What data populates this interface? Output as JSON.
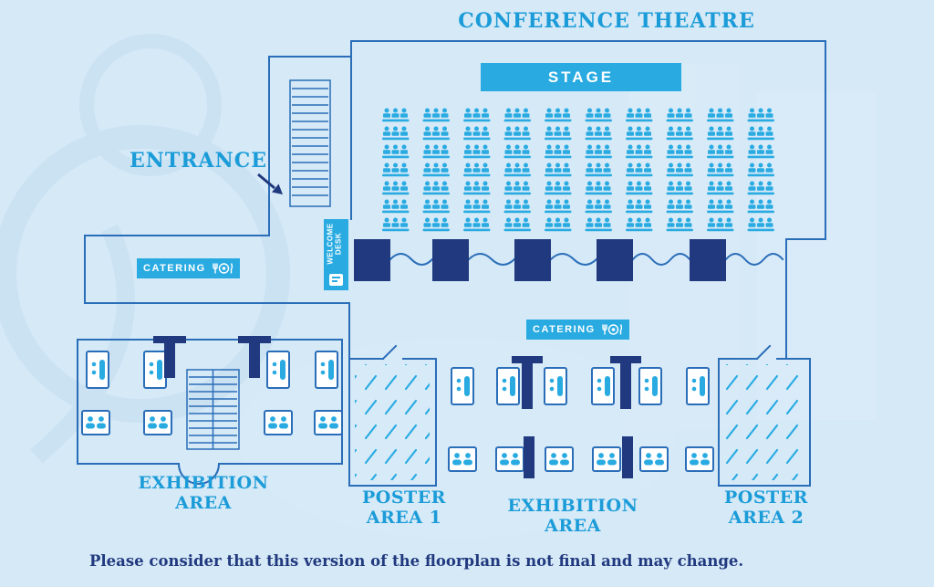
{
  "title": "CONFERENCE THEATRE",
  "stage": {
    "label": "STAGE"
  },
  "entrance": {
    "label": "ENTRANCE"
  },
  "welcome_desk": {
    "label": "WELCOME DESK"
  },
  "catering": {
    "label": "CATERING",
    "icon": "fork-and-plate-icon"
  },
  "labels": {
    "exhibition_left": "EXHIBITION AREA",
    "exhibition_center": "EXHIBITION AREA",
    "poster1_line1": "POSTER",
    "poster1_line2": "AREA 1",
    "poster2_line1": "POSTER",
    "poster2_line2": "AREA 2"
  },
  "disclaimer": "Please consider that this version of the floorplan is not final and may change.",
  "seating": {
    "rows": 7,
    "groups_per_row": 10,
    "seats_per_group": 3
  },
  "doors": {
    "count": 5
  },
  "colors": {
    "background": "#d5e9f7",
    "wall": "#2a6db8",
    "accent": "#29abe2",
    "dark": "#21397e",
    "heading": "#1b9cd8"
  }
}
